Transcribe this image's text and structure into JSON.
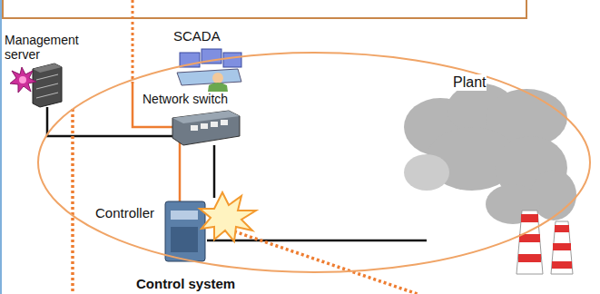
{
  "diagram": {
    "nodes": [
      {
        "text": [
          "Control system"
        ]
      }
    ],
    "labels": [
      "Management server",
      "SCADA",
      "Network switch",
      "Controller",
      "Plant"
    ]
  }
}
